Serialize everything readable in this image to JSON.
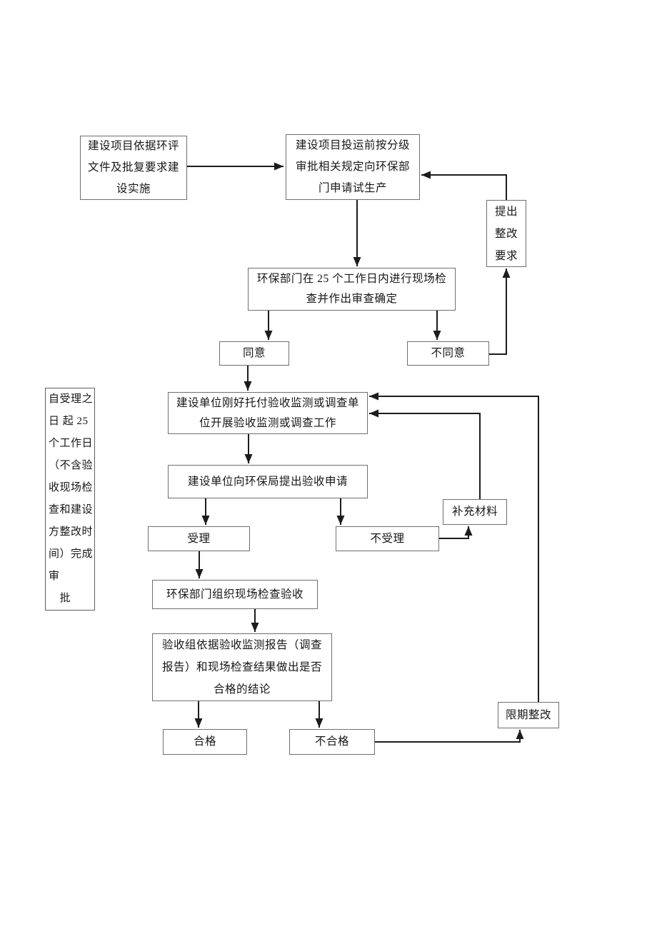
{
  "page": {
    "background": "#ffffff",
    "colors": {
      "box_border": "#6f6f6f",
      "connector": "#1c1c1c",
      "text": "#161616"
    }
  },
  "flowchart": {
    "type": "flowchart",
    "nodes": {
      "build_implementation": {
        "label": "建设项目依据环评\n文件及批复要求建\n设实施"
      },
      "apply_trial_production": {
        "label": "建设项目投运前按分级\n审批相关规定向环保部\n门申请试生产"
      },
      "rectification_request": {
        "label": "提出\n整改\n要求"
      },
      "site_inspection_25days": {
        "label": "环保部门在 25 个工作日内进行现场检\n查并作出审查确定"
      },
      "agree": {
        "label": "同意"
      },
      "disagree": {
        "label": "不同意"
      },
      "time_limit_note": {
        "label": "自受理之\n日 起 25\n个工作日\n（不含验\n收现场检\n查和建设\n方整改时\n间）完成\n审\n　批"
      },
      "commission_monitoring": {
        "label": "建设单位刚好托付验收监测或调查单\n位开展验收监测或调查工作"
      },
      "submit_acceptance_application": {
        "label": "建设单位向环保局提出验收申请"
      },
      "accepted": {
        "label": "受理"
      },
      "not_accepted": {
        "label": "不受理"
      },
      "supplement_materials": {
        "label": "补充材料"
      },
      "organize_site_inspection": {
        "label": "环保部门组织现场检查验收"
      },
      "acceptance_conclusion": {
        "label": "验收组依据验收监测报告（调查\n报告）和现场检查结果做出是否\n合格的结论"
      },
      "qualified": {
        "label": "合格"
      },
      "unqualified": {
        "label": "不合格"
      },
      "deadline_rectification": {
        "label": "限期整改"
      }
    },
    "edges": [
      {
        "from": "build_implementation",
        "to": "apply_trial_production"
      },
      {
        "from": "apply_trial_production",
        "to": "site_inspection_25days"
      },
      {
        "from": "site_inspection_25days",
        "to": "agree"
      },
      {
        "from": "site_inspection_25days",
        "to": "disagree"
      },
      {
        "from": "disagree",
        "to": "rectification_request"
      },
      {
        "from": "rectification_request",
        "to": "apply_trial_production"
      },
      {
        "from": "agree",
        "to": "commission_monitoring"
      },
      {
        "from": "commission_monitoring",
        "to": "submit_acceptance_application"
      },
      {
        "from": "submit_acceptance_application",
        "to": "accepted"
      },
      {
        "from": "submit_acceptance_application",
        "to": "not_accepted"
      },
      {
        "from": "not_accepted",
        "to": "supplement_materials"
      },
      {
        "from": "supplement_materials",
        "to": "commission_monitoring"
      },
      {
        "from": "accepted",
        "to": "organize_site_inspection"
      },
      {
        "from": "organize_site_inspection",
        "to": "acceptance_conclusion"
      },
      {
        "from": "acceptance_conclusion",
        "to": "qualified"
      },
      {
        "from": "acceptance_conclusion",
        "to": "unqualified"
      },
      {
        "from": "unqualified",
        "to": "deadline_rectification"
      },
      {
        "from": "deadline_rectification",
        "to": "commission_monitoring"
      }
    ]
  }
}
